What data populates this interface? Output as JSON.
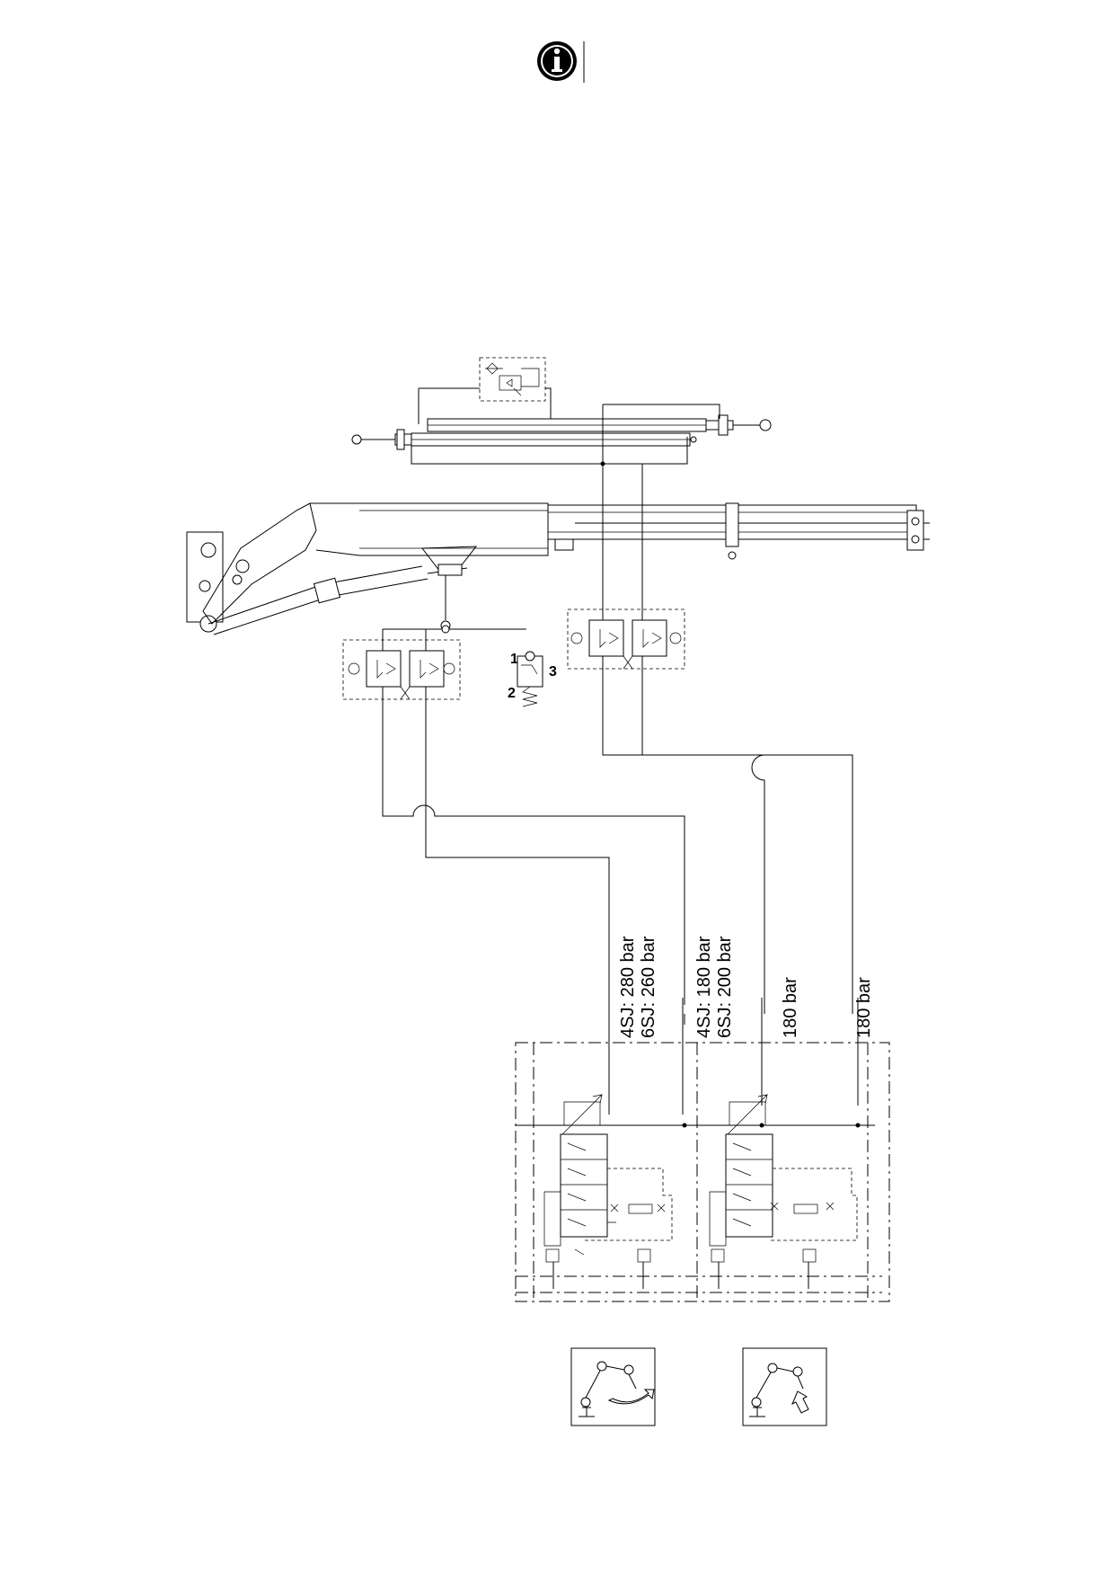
{
  "header": {
    "icon": "info-icon"
  },
  "switch": {
    "port1": "1",
    "port2": "2",
    "port3": "3"
  },
  "pressures": {
    "line1_a": "4SJ: 280 bar",
    "line1_b": "6SJ: 260 bar",
    "line2_a": "4SJ: 180 bar",
    "line2_b": "6SJ: 200 bar",
    "line3": "180 bar",
    "line4": "180 bar"
  },
  "pictograms": [
    "boom-slew-pictogram",
    "boom-lower-pictogram"
  ]
}
